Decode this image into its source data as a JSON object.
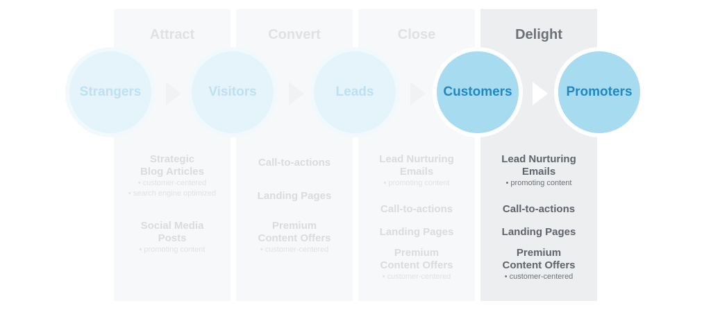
{
  "columns": [
    {
      "title": "Attract",
      "items": [
        {
          "title": "Strategic\nBlog Articles",
          "bullets": [
            "• customer-centered",
            "• search engine optimized"
          ]
        },
        {
          "title": "Social Media\nPosts",
          "bullets": [
            "• promoting content"
          ]
        }
      ]
    },
    {
      "title": "Convert",
      "items": [
        {
          "title": "Call-to-actions",
          "bullets": []
        },
        {
          "title": "Landing Pages",
          "bullets": []
        },
        {
          "title": "Premium\nContent Offers",
          "bullets": [
            "• customer-centered"
          ]
        }
      ]
    },
    {
      "title": "Close",
      "items": [
        {
          "title": "Lead Nurturing\nEmails",
          "bullets": [
            "• promoting content"
          ]
        },
        {
          "title": "Call-to-actions",
          "bullets": []
        },
        {
          "title": "Landing Pages",
          "bullets": []
        },
        {
          "title": "Premium\nContent Offers",
          "bullets": [
            "• customer-centered"
          ]
        }
      ]
    },
    {
      "title": "Delight",
      "items": [
        {
          "title": "Lead Nurturing\nEmails",
          "bullets": [
            "• promoting content"
          ]
        },
        {
          "title": "Call-to-actions",
          "bullets": []
        },
        {
          "title": "Landing Pages",
          "bullets": []
        },
        {
          "title": "Premium\nContent Offers",
          "bullets": [
            "• customer-centered"
          ]
        }
      ]
    }
  ],
  "stages": [
    "Strangers",
    "Visitors",
    "Leads",
    "Customers",
    "Promoters"
  ],
  "colors": {
    "active_circle": "#a7dbf0",
    "active_circle_text": "#1f89c4",
    "faded_circle": "#e5f3fb",
    "active_column": "#eceef0"
  }
}
